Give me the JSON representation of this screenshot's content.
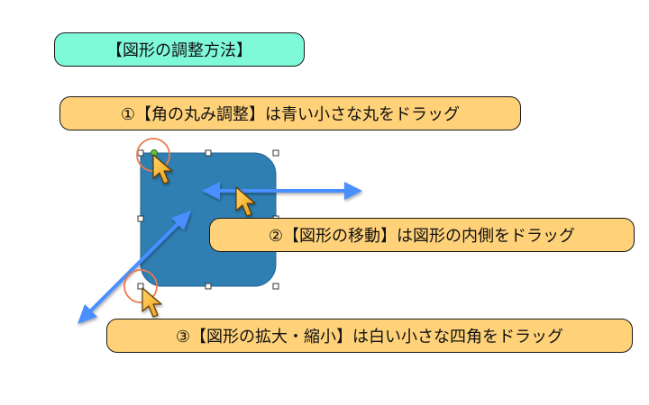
{
  "title": "【図形の調整方法】",
  "instructions": [
    "①【角の丸み調整】は青い小さな丸をドラッグ",
    "②【図形の移動】は図形の内側をドラッグ",
    "③【図形の拡大・縮小】は白い小さな四角をドラッグ"
  ],
  "colors": {
    "title_bg": "#7ffad8",
    "instruction_bg": "#ffd27a",
    "shape_fill": "#2f7fb3",
    "arrow": "#4a8fff",
    "highlight_circle": "#ec7a4a",
    "corner_handle": "#5ec23e"
  },
  "icons": [
    "cursor-arrow-icon",
    "move-arrow-icon",
    "resize-arrow-icon"
  ]
}
